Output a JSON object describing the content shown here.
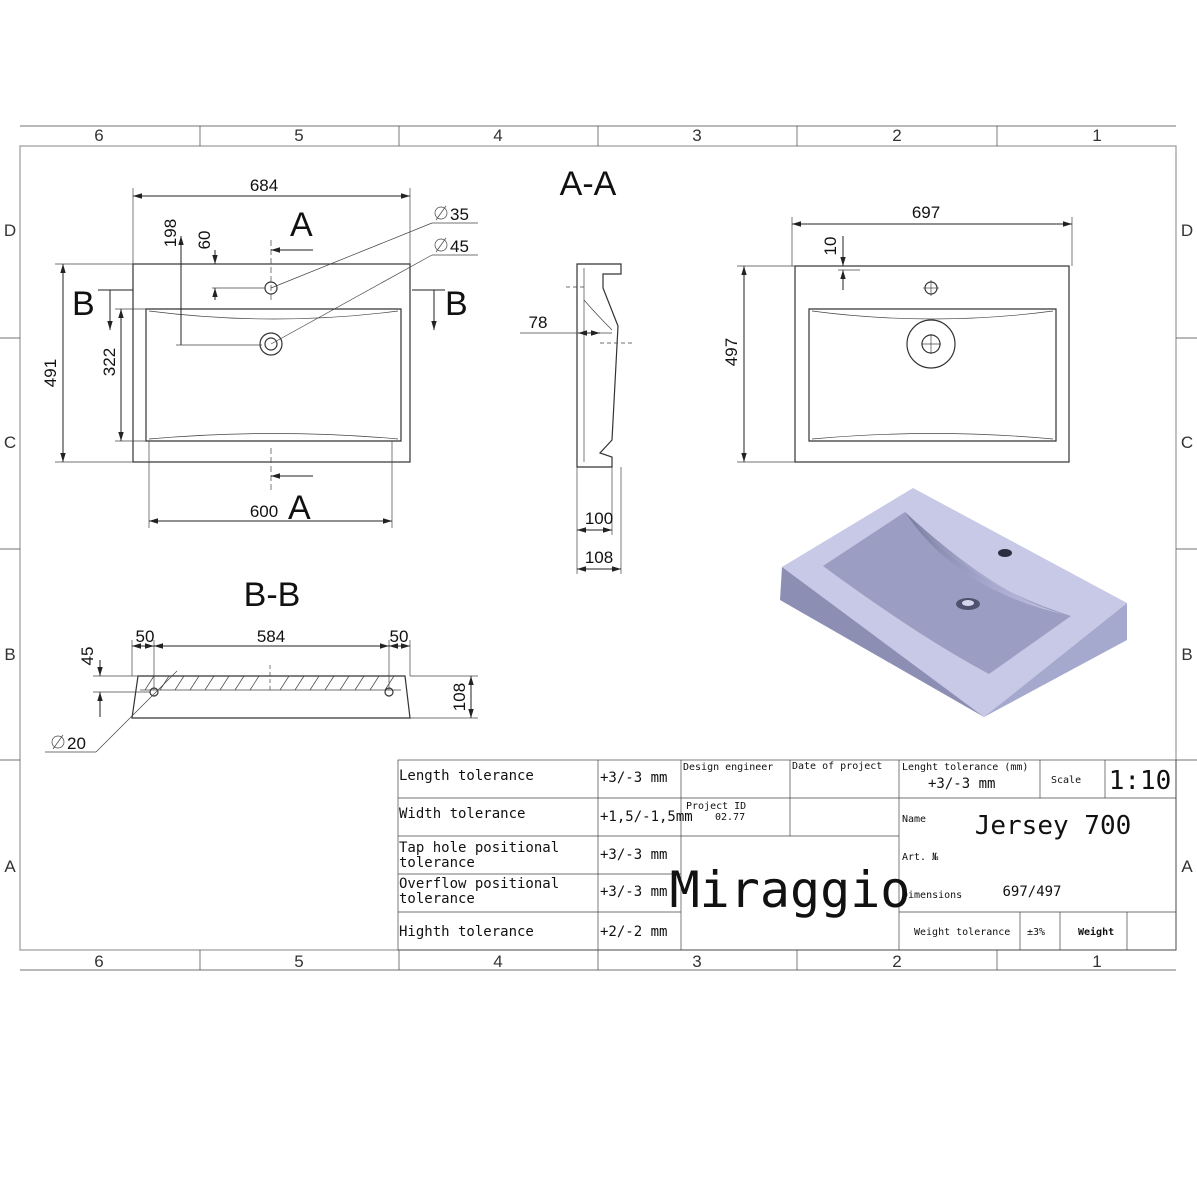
{
  "zones": {
    "columns": [
      "6",
      "5",
      "4",
      "3",
      "2",
      "1"
    ],
    "rows": [
      "D",
      "C",
      "B",
      "A"
    ]
  },
  "sections": {
    "aa": "A-A",
    "bb": "B-B",
    "letter_a": "A",
    "letter_b": "B"
  },
  "top_view": {
    "width": "684",
    "d198": "198",
    "d60": "60",
    "d491": "491",
    "d322": "322",
    "d600": "600",
    "hole_small": "35",
    "hole_large": "45"
  },
  "side_view": {
    "d78": "78",
    "d100": "100",
    "d108": "108"
  },
  "right_view": {
    "width": "697",
    "d10": "10",
    "d497": "497"
  },
  "bb_view": {
    "d50_left": "50",
    "d584": "584",
    "d50_right": "50",
    "d45": "45",
    "d108": "108",
    "d20": "20"
  },
  "title_block": {
    "tolerances": [
      {
        "label": [
          "Length tolerance"
        ],
        "value": "+3/-3 mm"
      },
      {
        "label": [
          "Width tolerance"
        ],
        "value": "+1,5/-1,5mm"
      },
      {
        "label": [
          "Tap hole positional",
          "tolerance"
        ],
        "value": "+3/-3 mm"
      },
      {
        "label": [
          "Overflow positional",
          "tolerance"
        ],
        "value": "+3/-3 mm"
      },
      {
        "label": [
          "Highth tolerance"
        ],
        "value": "+2/-2 mm"
      }
    ],
    "design_engineer": "Design engineer",
    "date_of_project": "Date of project",
    "project_id_label": "Project ID",
    "project_id": "02.77",
    "brand": "Miraggio",
    "length_tol_label": "Lenght tolerance (mm)",
    "length_tol_value": "+3/-3 mm",
    "scale_label": "Scale",
    "scale_value": "1:10",
    "name_label": "Name",
    "name_value": "Jersey 700",
    "art_label": "Art. №",
    "dimensions_label": "Dimensions",
    "dimensions_value": "697/497",
    "weight_tol_label": "Weight tolerance",
    "weight_tol_value": "±3%",
    "weight_label": "Weight"
  },
  "colors": {
    "basin_top": "#c7c9e6",
    "basin_front": "#8c8fb3",
    "basin_side": "#a6a9ce",
    "basin_bowl": "#9b9ec2"
  }
}
